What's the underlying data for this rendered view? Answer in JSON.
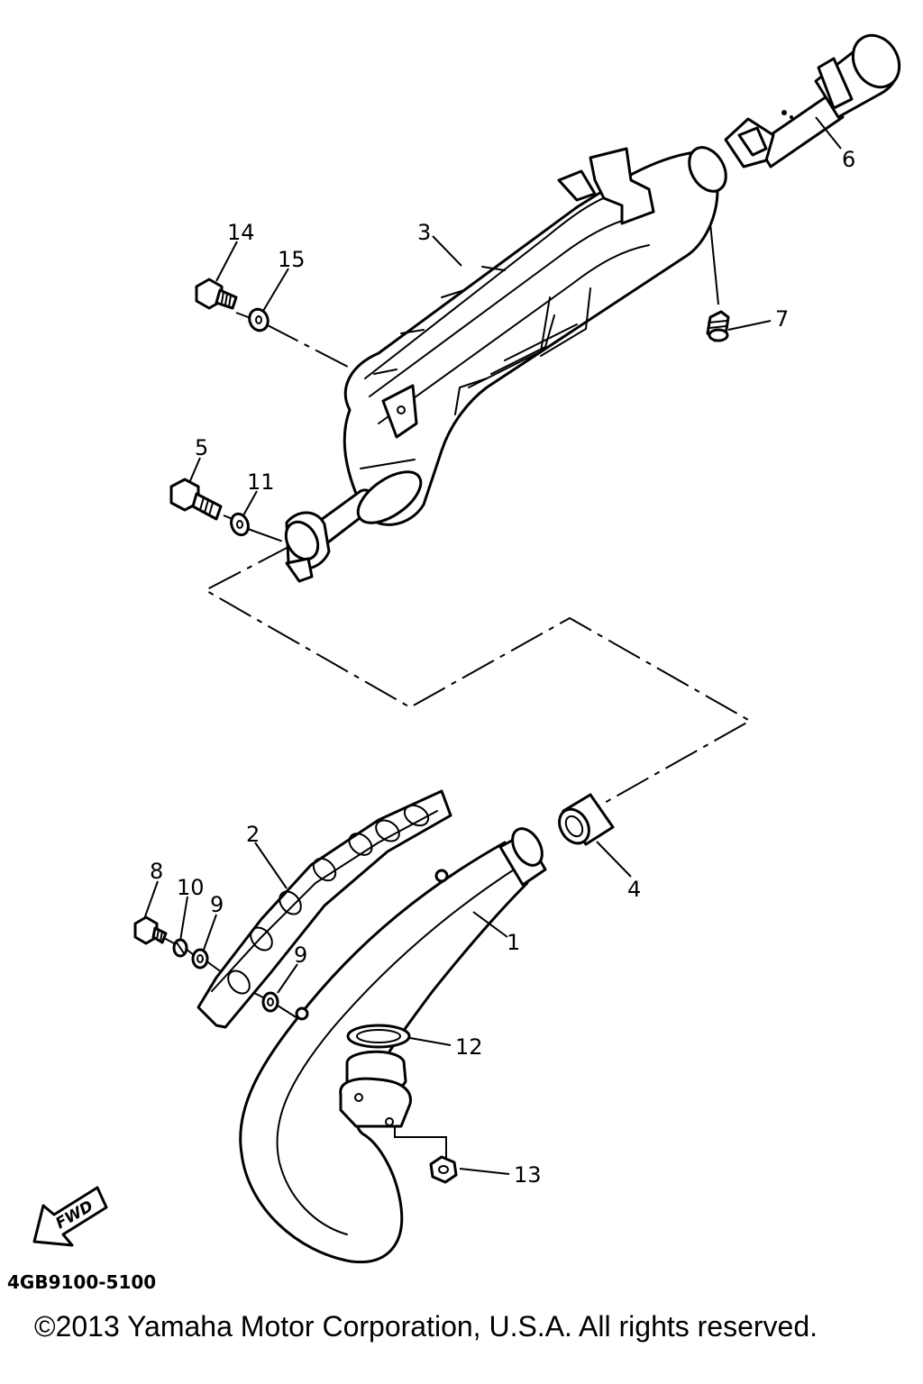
{
  "diagram": {
    "code": "4GB9100-5100",
    "copyright": "©2013 Yamaha Motor Corporation, U.S.A. All rights reserved.",
    "fwd_label": "FWD",
    "callouts": {
      "c1": "1",
      "c2": "2",
      "c3": "3",
      "c4": "4",
      "c5": "5",
      "c6": "6",
      "c7": "7",
      "c8": "8",
      "c9a": "9",
      "c9b": "9",
      "c10": "10",
      "c11": "11",
      "c12": "12",
      "c13": "13",
      "c14": "14",
      "c15": "15"
    }
  }
}
